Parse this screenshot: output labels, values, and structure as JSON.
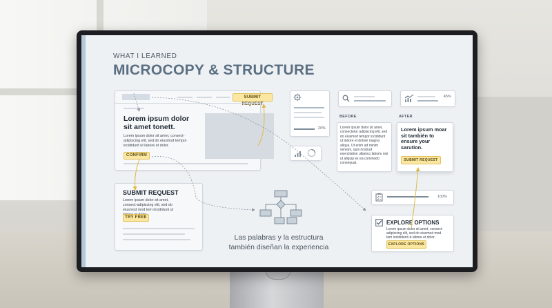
{
  "slide": {
    "overline": "WHAT I LEARNED",
    "title": "MICROCOPY & STRUCTURE",
    "caption_line1": "Las palabras y la estructura",
    "caption_line2": "también diseñan la experiencia"
  },
  "wireframe": {
    "header_button": "SUBMIT REQUEST",
    "hero_heading_line1": "Lorem ipsum dolor",
    "hero_heading_line2": "sit amet tonett.",
    "hero_body": "Lorem ipsum dolor sit amet, consect-adipiscing elit, sed do eiusmod tempor incididunt ut labore et dolor.",
    "confirm_button": "CONFIRM"
  },
  "submit_card": {
    "heading": "SUBMIT REQUEST",
    "body": "Lorem ipsum dolor sit amet, consect-adipiscing elit, sed do eiusmod mod tem incididunt ut labore et dolor.",
    "button": "TRY FREE"
  },
  "metrics": {
    "progress_label": "20%",
    "trend_label": "45%",
    "checklist_label": "100%"
  },
  "before": {
    "label": "BEFORE",
    "body": "Lorem ipsum dolor sit amet, consectetur adipiscing elit, sed do eiusmod tempor incididunt ut labore et dolore magna aliqua. Ut enim ad minim veniam, quis nostrud exercitation ullamco laboris nisi ut aliquip ex ea commodo consequat."
  },
  "after": {
    "label": "AFTER",
    "heading": "Lorem ipsum moar sit también to ensure your sarution.",
    "button": "SUBMIT REQUEST"
  },
  "explore": {
    "heading": "EXPLORE OPTIONS",
    "body": "Lorem ipsum dolor sit amet, consect-adipiscing elit, sed do eiusmod mod tem incididunt ut labore et dolor.",
    "button": "EXPLORE OPTIONS"
  },
  "icons": [
    "gear-icon",
    "search-icon",
    "trend-chart-icon",
    "bar-chart-icon",
    "gauge-icon",
    "flowchart-icon",
    "clipboard-checklist-icon",
    "checkbox-icon"
  ],
  "colors": {
    "accent_yellow": "#fbe7a2",
    "accent_border": "#e3c25a",
    "title_blue": "#5b6f82",
    "screen_bg": "#eef1f4"
  }
}
